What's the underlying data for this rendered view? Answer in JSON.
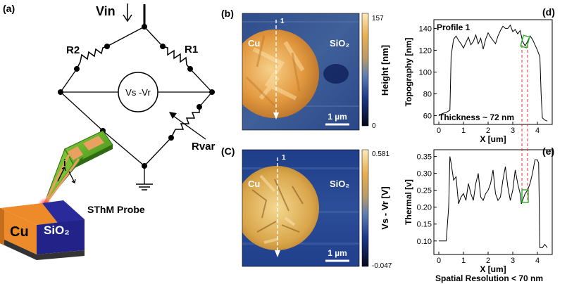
{
  "panels": {
    "a": "(a)",
    "b": "(b)",
    "c": "(C)",
    "d": "(d)",
    "e": "(e)"
  },
  "circuit": {
    "vin": "Vin",
    "r1": "R1",
    "r2": "R2",
    "rvar": "Rvar",
    "meter": "Vs -Vr",
    "probe_label": "SThM Probe",
    "current_label": "i",
    "sample_cu": "Cu",
    "sample_sio2": "SiO₂"
  },
  "map_b": {
    "label_cu": "Cu",
    "label_sio2": "SiO₂",
    "profile_marker": "1",
    "scale_bar": "1 µm",
    "colorbar_title": "Height [nm]",
    "colorbar_max": "157",
    "colorbar_min": "0"
  },
  "map_c": {
    "label_cu": "Cu",
    "label_sio2": "SiO₂",
    "profile_marker": "1",
    "scale_bar": "1 µm",
    "colorbar_title": "Vs - Vr [V]",
    "colorbar_max": "0.581",
    "colorbar_min": "-0.047"
  },
  "chart_data": [
    {
      "type": "line",
      "panel": "d",
      "title": "Profile 1",
      "annotation": "Thickness ~ 72 nm",
      "xlabel": "X [um]",
      "ylabel": "Topography [nm]",
      "xlim": [
        -0.2,
        4.6
      ],
      "ylim": [
        52,
        148
      ],
      "xticks": [
        0,
        1,
        2,
        3,
        4
      ],
      "yticks": [
        60,
        80,
        100,
        120,
        140
      ],
      "series": [
        {
          "x": [
            0.0,
            0.15,
            0.3,
            0.45,
            0.5,
            0.6,
            0.7,
            0.8,
            0.9,
            1.0,
            1.1,
            1.2,
            1.3,
            1.4,
            1.5,
            1.6,
            1.7,
            1.8,
            1.9,
            2.0,
            2.1,
            2.2,
            2.3,
            2.4,
            2.5,
            2.6,
            2.7,
            2.8,
            2.9,
            3.0,
            3.1,
            3.2,
            3.3,
            3.4,
            3.5,
            3.6,
            3.7,
            3.8,
            3.9,
            4.0,
            4.1,
            4.15,
            4.2,
            4.3,
            4.4
          ],
          "y": [
            60,
            62,
            63,
            65,
            115,
            130,
            133,
            129,
            126,
            122,
            127,
            132,
            125,
            128,
            134,
            126,
            131,
            121,
            130,
            136,
            132,
            129,
            126,
            133,
            138,
            142,
            140,
            140,
            143,
            137,
            139,
            135,
            138,
            128,
            124,
            128,
            133,
            130,
            125,
            120,
            114,
            80,
            58,
            56,
            55
          ]
        }
      ]
    },
    {
      "type": "line",
      "panel": "e",
      "annotation": "Spatial Resolution < 70 nm",
      "xlabel": "X [um]",
      "ylabel": "Thermal [v]",
      "xlim": [
        -0.2,
        4.6
      ],
      "ylim": [
        0.06,
        0.37
      ],
      "xticks": [
        0,
        1,
        2,
        3,
        4
      ],
      "yticks": [
        0.1,
        0.15,
        0.2,
        0.25,
        0.3,
        0.35
      ],
      "series": [
        {
          "x": [
            0.0,
            0.1,
            0.2,
            0.3,
            0.4,
            0.45,
            0.5,
            0.6,
            0.7,
            0.8,
            0.9,
            1.0,
            1.1,
            1.2,
            1.3,
            1.4,
            1.5,
            1.6,
            1.7,
            1.8,
            1.9,
            2.0,
            2.1,
            2.2,
            2.3,
            2.4,
            2.5,
            2.6,
            2.7,
            2.8,
            2.9,
            3.0,
            3.1,
            3.2,
            3.3,
            3.35,
            3.4,
            3.5,
            3.6,
            3.7,
            3.8,
            3.9,
            4.0,
            4.05,
            4.1,
            4.2,
            4.3,
            4.4
          ],
          "y": [
            0.1,
            0.1,
            0.1,
            0.1,
            0.2,
            0.35,
            0.33,
            0.28,
            0.29,
            0.21,
            0.23,
            0.24,
            0.22,
            0.27,
            0.24,
            0.22,
            0.27,
            0.3,
            0.23,
            0.22,
            0.24,
            0.25,
            0.27,
            0.31,
            0.24,
            0.22,
            0.23,
            0.28,
            0.32,
            0.26,
            0.22,
            0.25,
            0.31,
            0.27,
            0.24,
            0.21,
            0.22,
            0.24,
            0.25,
            0.27,
            0.3,
            0.34,
            0.34,
            0.33,
            0.08,
            0.08,
            0.09,
            0.08
          ]
        }
      ]
    }
  ]
}
